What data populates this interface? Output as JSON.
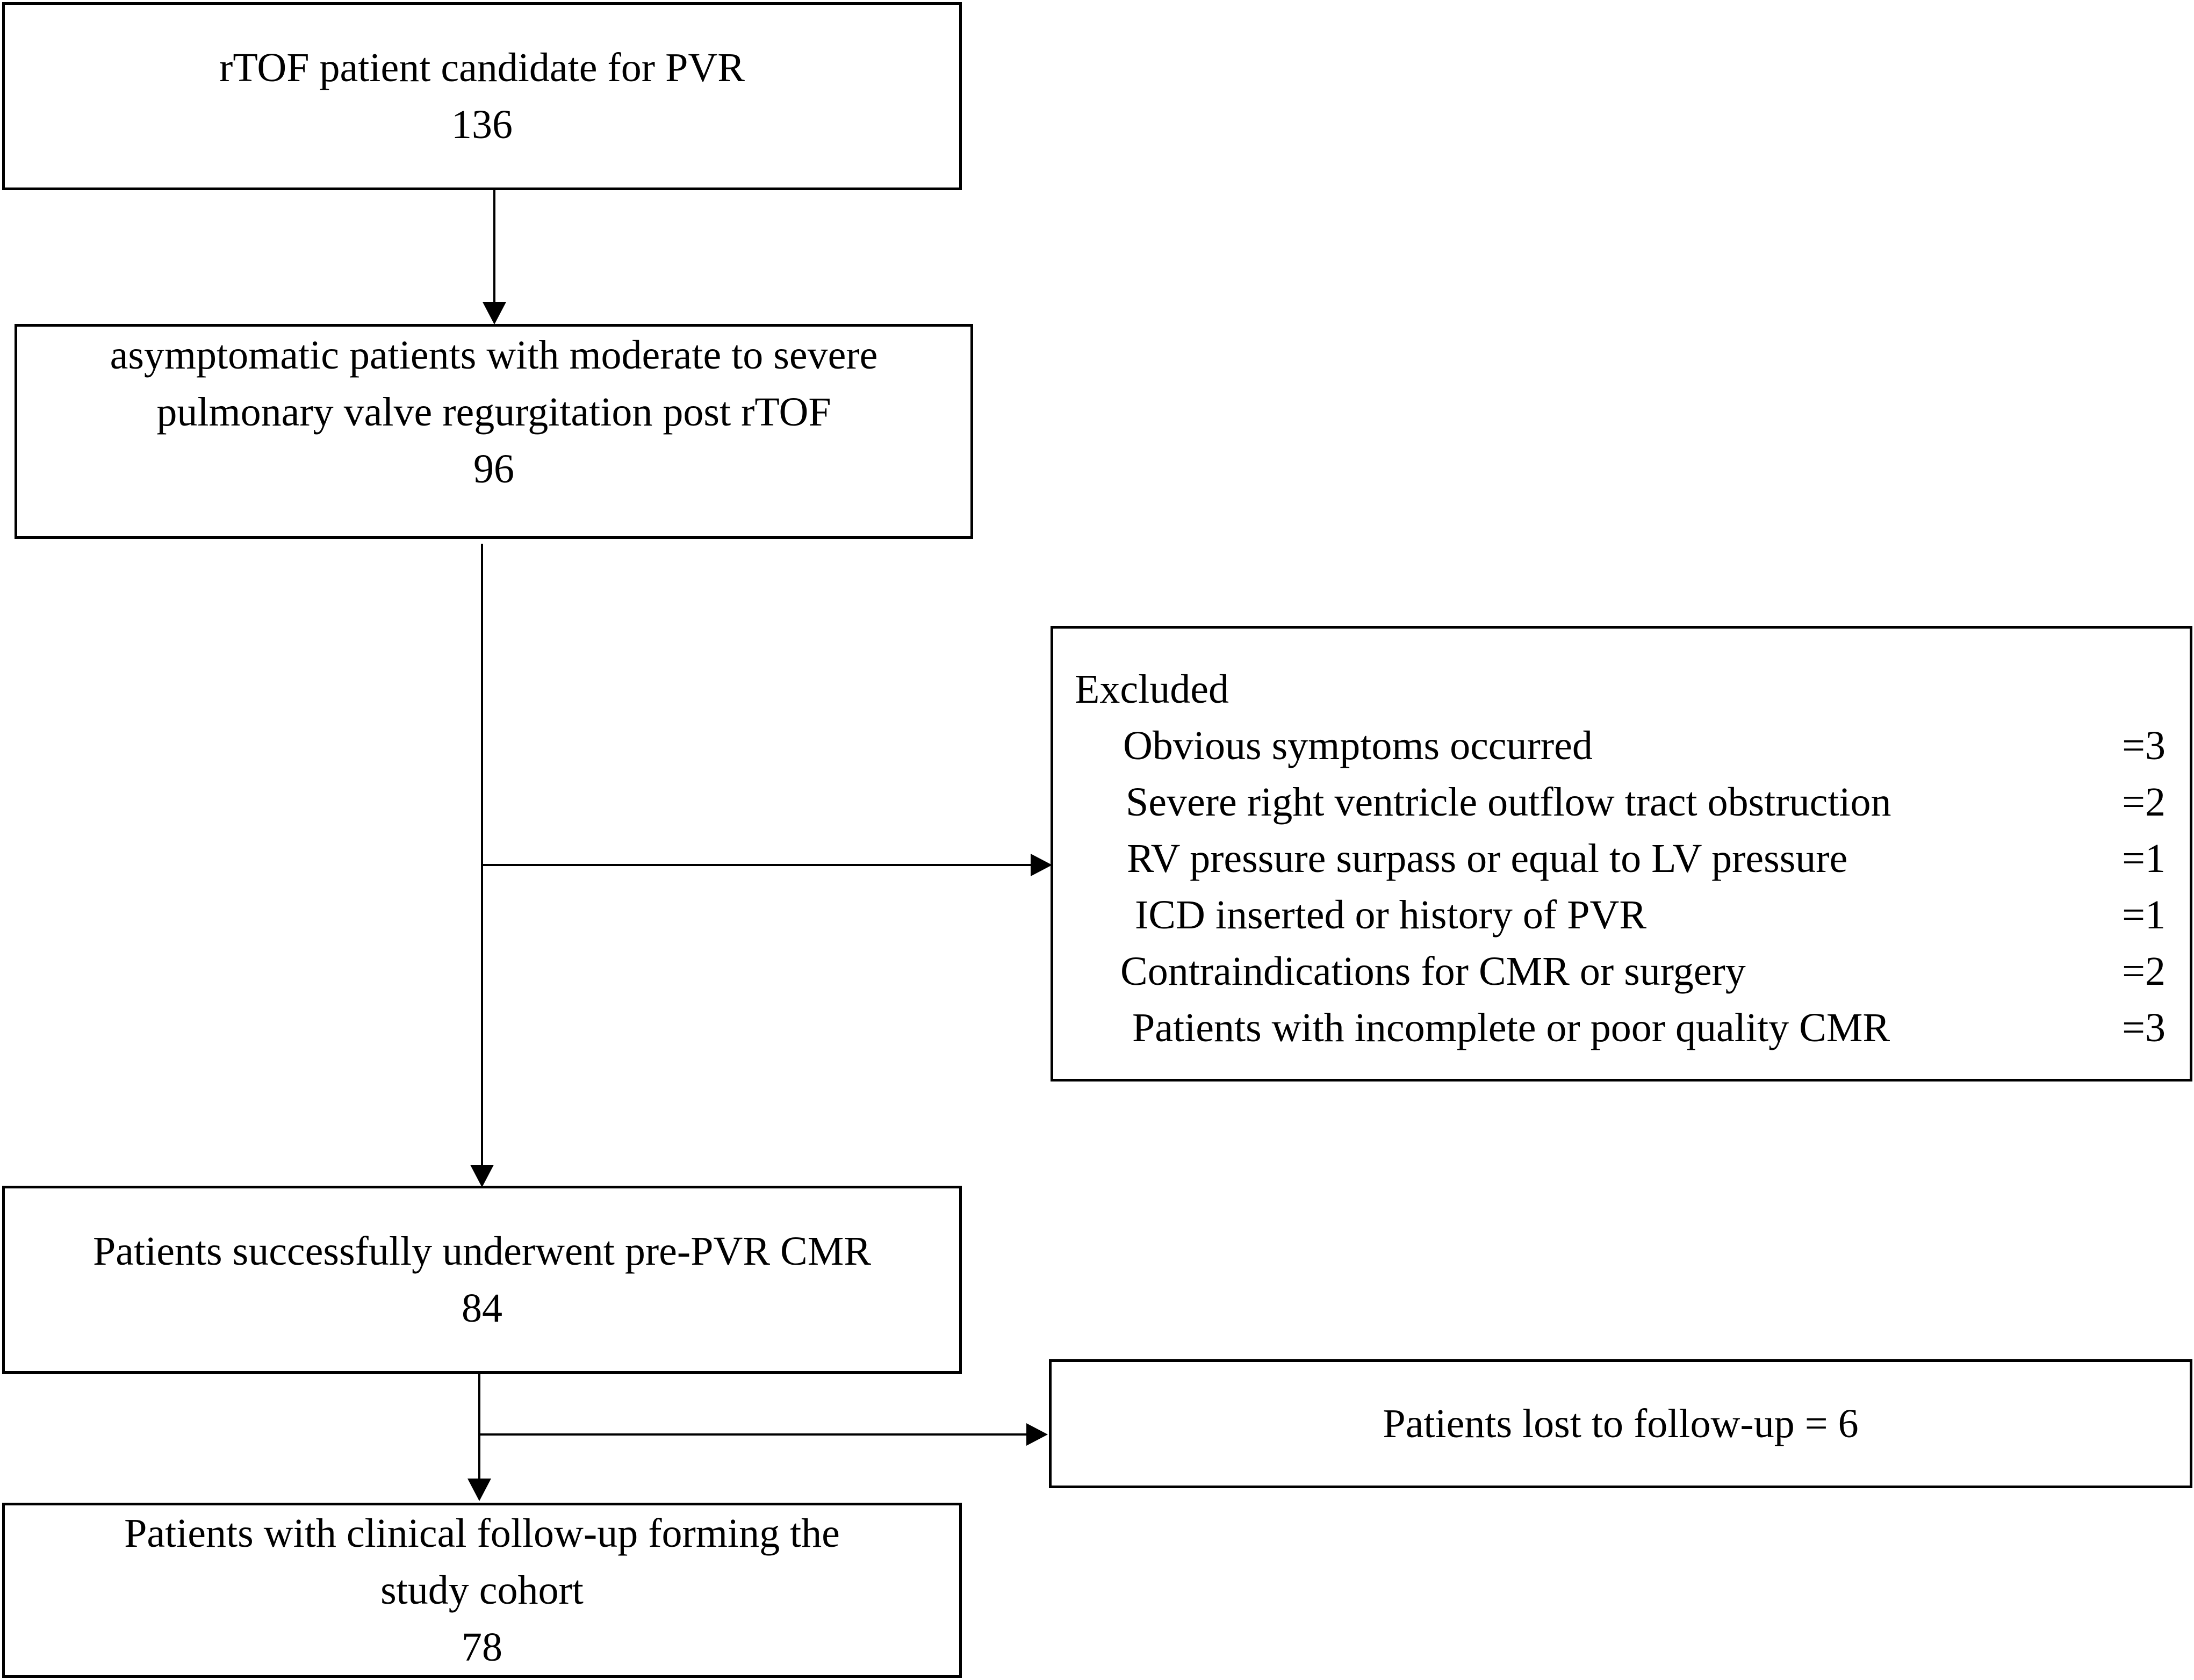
{
  "boxes": {
    "candidates": {
      "label": "rTOF patient candidate for PVR",
      "count": "136"
    },
    "asymptomatic": {
      "line1": "asymptomatic patients with moderate to severe",
      "line2": "pulmonary valve regurgitation post rTOF",
      "count": "96"
    },
    "excluded": {
      "title": "Excluded",
      "items": [
        {
          "reason": "Obvious symptoms occurred",
          "count": "=3"
        },
        {
          "reason": "Severe right ventricle outflow tract obstruction",
          "count": "=2"
        },
        {
          "reason": "RV pressure surpass or equal to LV pressure",
          "count": "=1"
        },
        {
          "reason": "ICD inserted or history of PVR",
          "count": "=1"
        },
        {
          "reason": "Contraindications for CMR or surgery",
          "count": "=2"
        },
        {
          "reason": "Patients with incomplete or poor quality CMR",
          "count": "=3"
        }
      ]
    },
    "cmr": {
      "label": "Patients successfully underwent pre-PVR CMR",
      "count": "84"
    },
    "lost": {
      "label": "Patients lost to follow-up = 6"
    },
    "cohort": {
      "line1": "Patients with clinical follow-up forming the",
      "line2": "study cohort",
      "count": "78"
    }
  }
}
